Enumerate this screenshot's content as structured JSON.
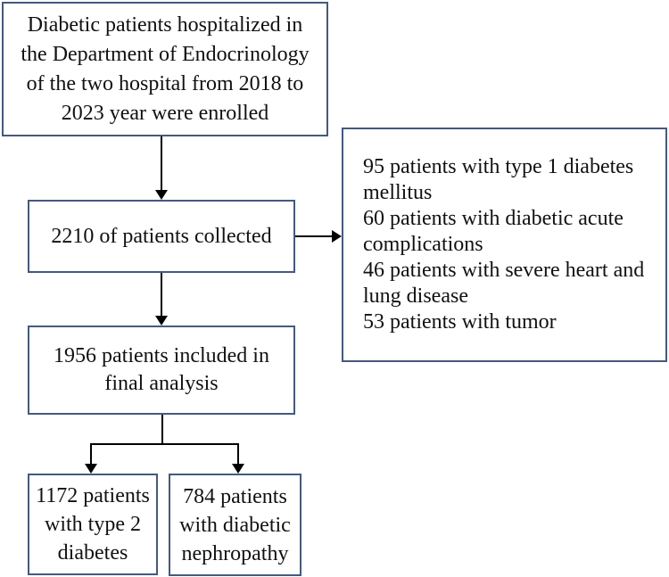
{
  "figure": {
    "type": "flowchart",
    "description": "Patient enrollment and exclusion flow diagram",
    "colors": {
      "box_border": "#44597f",
      "arrow": "#000000",
      "text": "#111111",
      "bg": "#ffffff"
    },
    "nodes": {
      "enrollment": {
        "lines": [
          "Diabetic patients hospitalized in",
          "the Department of Endocrinology",
          "of the two hospital from 2018 to",
          "2023 year were enrolled"
        ]
      },
      "collected": {
        "count": 2210,
        "lines": [
          "2210 of patients collected"
        ]
      },
      "excluded": {
        "counts": [
          95,
          60,
          46,
          53
        ],
        "lines": [
          "95 patients with type 1 diabetes",
          "mellitus",
          "60 patients with diabetic acute",
          "complications",
          "46 patients with severe heart and",
          "lung disease",
          "53 patients with tumor"
        ]
      },
      "final_analysis": {
        "count": 1956,
        "lines": [
          "1956 patients included in",
          "final analysis"
        ]
      },
      "type2_diabetes": {
        "count": 1172,
        "lines": [
          "1172 patients",
          "with type 2",
          "diabetes"
        ]
      },
      "diabetic_nephropathy": {
        "count": 784,
        "lines": [
          "784 patients",
          "with diabetic",
          "nephropathy"
        ]
      }
    }
  }
}
